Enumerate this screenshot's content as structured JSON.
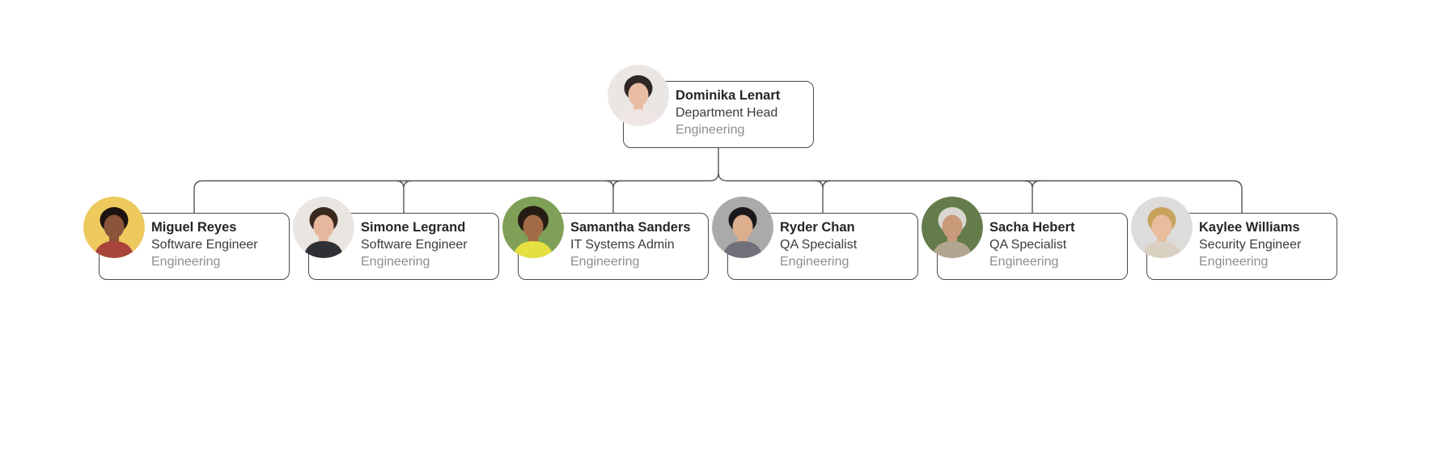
{
  "page": {
    "background_color": "#ffffff"
  },
  "card_style": {
    "border_color": "#4a4a4a",
    "background_color": "#ffffff"
  },
  "connectors": {
    "color": "#565656"
  },
  "org": {
    "root": {
      "name": "Dominika Lenart",
      "title": "Department Head",
      "department": "Engineering",
      "avatar": {
        "label": "woman-short-dark-hair-photo",
        "bg": "#e9e6e3",
        "hair": "#2f2723",
        "skin": "#e9bda4",
        "shirt": "#f0e7e4"
      }
    },
    "children": [
      {
        "name": "Miguel Reyes",
        "title": "Software Engineer",
        "department": "Engineering",
        "avatar": {
          "label": "man-yellow-background-photo",
          "bg": "#edc95e",
          "hair": "#1d1410",
          "skin": "#8a5438",
          "shirt": "#a8443a"
        }
      },
      {
        "name": "Simone Legrand",
        "title": "Software Engineer",
        "department": "Engineering",
        "avatar": {
          "label": "woman-long-dark-hair-photo",
          "bg": "#e9e6e2",
          "hair": "#38281e",
          "skin": "#e6b79c",
          "shirt": "#2f2f36"
        }
      },
      {
        "name": "Samantha Sanders",
        "title": "IT Systems Admin",
        "department": "Engineering",
        "avatar": {
          "label": "woman-curly-hair-yellow-jacket-photo",
          "bg": "#7fa056",
          "hair": "#271c14",
          "skin": "#a26b46",
          "shirt": "#e5e040"
        }
      },
      {
        "name": "Ryder Chan",
        "title": "QA Specialist",
        "department": "Engineering",
        "avatar": {
          "label": "man-dark-hair-gray-suit-photo",
          "bg": "#abaaa8",
          "hair": "#1a181c",
          "skin": "#dcae8e",
          "shirt": "#70707a"
        }
      },
      {
        "name": "Sacha Hebert",
        "title": "QA Specialist",
        "department": "Engineering",
        "avatar": {
          "label": "older-man-white-beard-photo",
          "bg": "#647c4b",
          "hair": "#d9d7d0",
          "skin": "#c99a79",
          "shirt": "#b3a690"
        }
      },
      {
        "name": "Kaylee Williams",
        "title": "Security Engineer",
        "department": "Engineering",
        "avatar": {
          "label": "woman-blonde-hair-photo",
          "bg": "#dddcda",
          "hair": "#c7a35e",
          "skin": "#e8bc9c",
          "shirt": "#d9d0c2"
        }
      }
    ]
  }
}
